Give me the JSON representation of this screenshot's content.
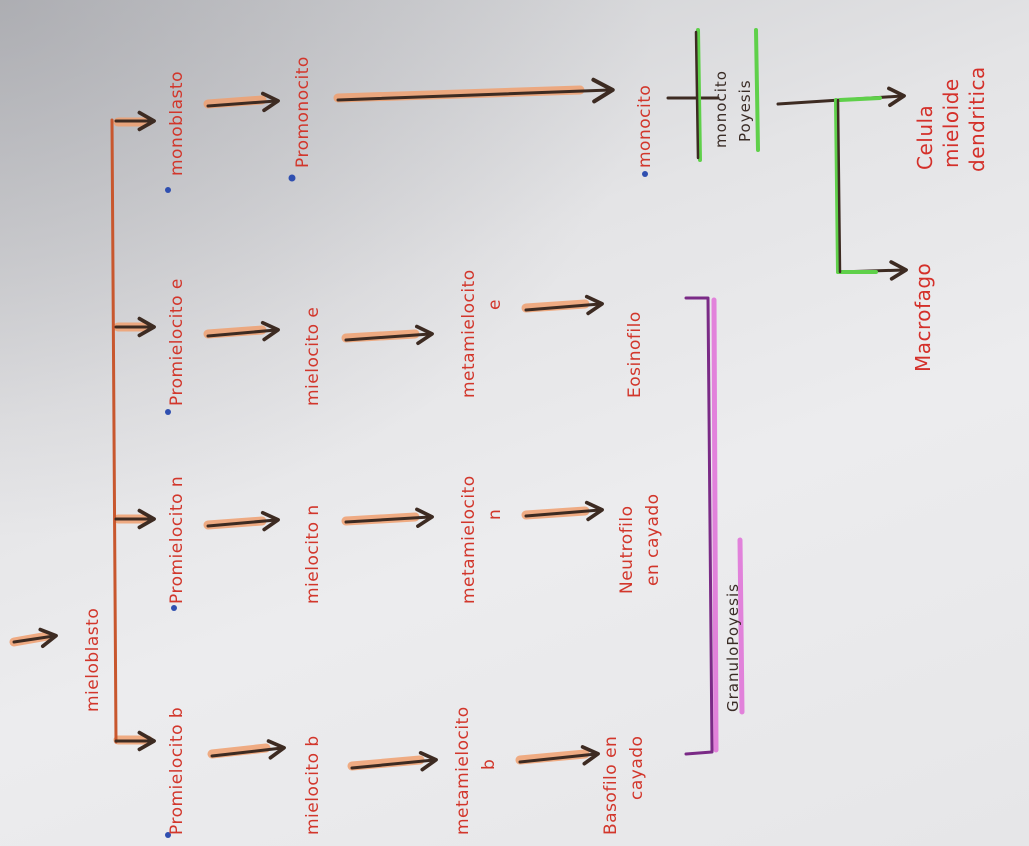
{
  "labels": {
    "mieloblasto": "mieloblasto",
    "promielocito_b": "Promielocito b",
    "promielocito_n": "Promielocito n",
    "promielocito_e": "Promielocito e",
    "monoblasto": "monoblasto",
    "mielocito_b": "mielocito b",
    "mielocito_n": "mielocito n",
    "mielocito_e": "mielocito e",
    "promonocito": "Promonocito",
    "metamielocito_b_1": "metamielocito",
    "metamielocito_b_2": "b",
    "metamielocito_n_1": "metamielocito",
    "metamielocito_n_2": "n",
    "metamielocito_e_1": "metamielocito",
    "metamielocito_e_2": "e",
    "basofilo_1": "Basofilo en",
    "basofilo_2": "cayado",
    "neutrofilo_1": "Neutrofilo",
    "neutrofilo_2": "en cayado",
    "eosinofilo": "Eosinofilo",
    "monocito": "monocito",
    "granulopoyesis": "GranuloPoyesis",
    "monocitopoyesis_1": "monocito",
    "monocitopoyesis_2": "Poyesis",
    "macrofago": "Macrofago",
    "celula_1": "Celula",
    "celula_2": "mieloide",
    "celula_3": "dendritica"
  },
  "colors": {
    "arrow_dark": "#3d2b22",
    "highlight_orange": "#f0a070",
    "bracket_orange": "#c8572e",
    "bracket_purple": "#7a2a86",
    "highlight_pink": "#e070d8",
    "highlight_green": "#5fd04a",
    "text_red": "#d2362b"
  }
}
